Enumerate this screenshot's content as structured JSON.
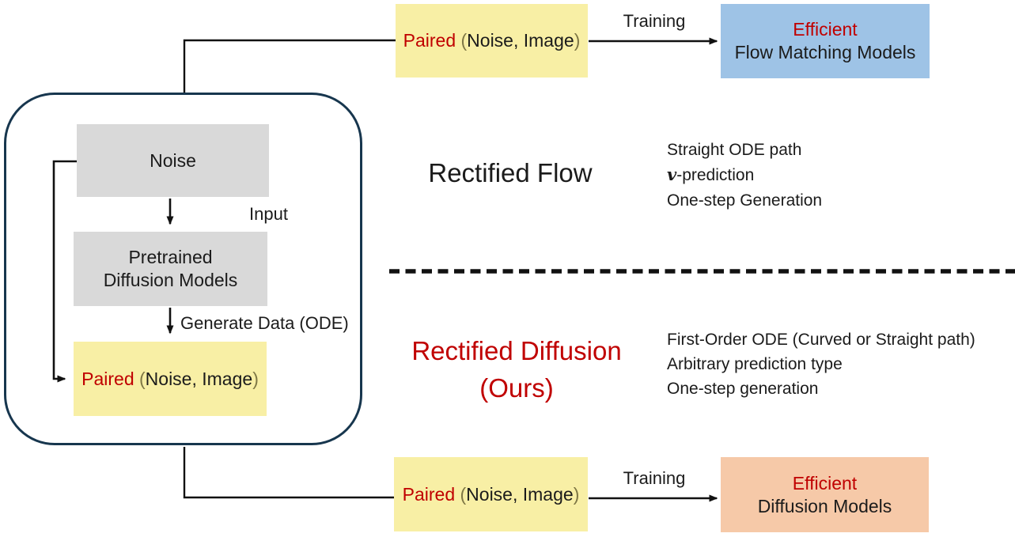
{
  "colors": {
    "yellow_box": "#F8EFA5",
    "blue_box": "#9EC3E6",
    "orange_box": "#F6C9A8",
    "gray_box": "#D9D9D9",
    "accent_red": "#C00000",
    "paren_olive": "#7E7745",
    "frame_navy": "#17364E",
    "line_black": "#111111"
  },
  "paired_label": {
    "word": "Paired",
    "open": " (",
    "inner": "Noise, Image",
    "close": ")"
  },
  "pipeline": {
    "noise_label": "Noise",
    "input_arrow_label": "Input",
    "pretrained_line1": "Pretrained",
    "pretrained_line2": "Diffusion Models",
    "generate_arrow_label": "Generate Data (ODE)"
  },
  "top_flow": {
    "training_label": "Training",
    "result_line1": "Efficient",
    "result_line2": "Flow Matching Models"
  },
  "bottom_flow": {
    "training_label": "Training",
    "result_line1": "Efficient",
    "result_line2": "Diffusion Models"
  },
  "rectified_flow": {
    "title": "Rectified Flow",
    "points": [
      {
        "pre": "",
        "text": "Straight ODE path"
      },
      {
        "pre": "v",
        "text": "-prediction"
      },
      {
        "pre": "",
        "text": "One-step Generation"
      }
    ]
  },
  "rectified_diffusion": {
    "title_line1": "Rectified Diffusion",
    "title_line2": "(Ours)",
    "points": [
      {
        "pre": "",
        "text": "First-Order ODE (Curved or Straight path)"
      },
      {
        "pre": "",
        "text": "Arbitrary prediction type"
      },
      {
        "pre": "",
        "text": "One-step generation"
      }
    ]
  }
}
